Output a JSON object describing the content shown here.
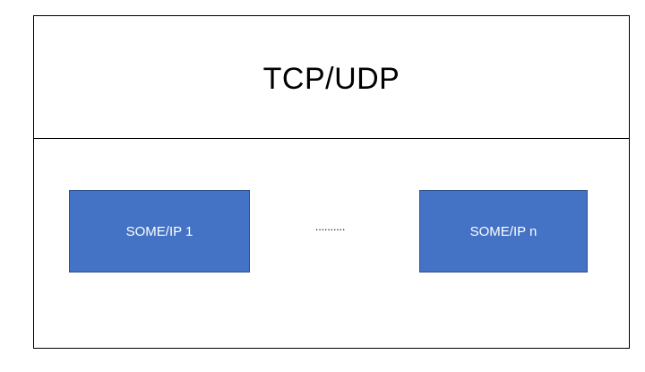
{
  "diagram": {
    "header": {
      "title": "TCP/UDP"
    },
    "boxes": [
      {
        "label": "SOME/IP 1"
      },
      {
        "label": "SOME/IP n"
      }
    ],
    "ellipsis": "..........",
    "colors": {
      "box_fill": "#4472C4",
      "box_border": "#2F528F",
      "box_text": "#ffffff",
      "border": "#000000",
      "background": "#ffffff"
    }
  }
}
